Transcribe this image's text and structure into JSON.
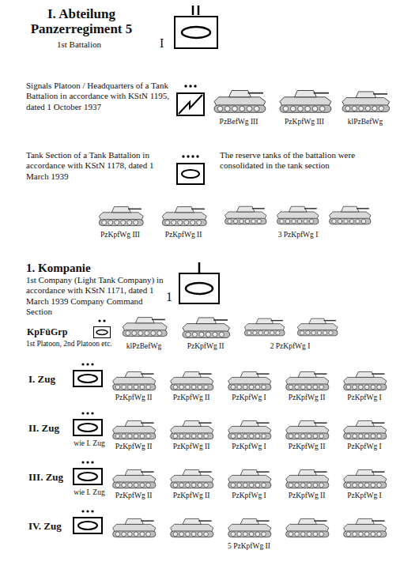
{
  "diagram": {
    "title": "I. Abteilung Panzerregiment 5",
    "nodes": [
      {
        "text": [
          "I"
        ]
      },
      {
        "text": [
          "1"
        ]
      },
      {
        "text": [
          "KpFüGrp"
        ]
      },
      {
        "text": [
          "I. Zug"
        ]
      },
      {
        "text": [
          "II. Zug",
          "wie I. Zug"
        ]
      },
      {
        "text": [
          "III. Zug",
          "wie I. Zug"
        ]
      },
      {
        "text": [
          "IV. Zug"
        ]
      }
    ],
    "labels": [
      "1st Battalion",
      "Signals Platoon / Headquarters of a Tank Battalion in accordance with KStN 1195, dated 1 October 1937",
      "PzBefWg III",
      "PzKpfWg III",
      "klPzBefWg",
      "Tank Section of a Tank Battalion in accordance with KStN 1178, dated 1 March 1939",
      "The reserve tanks of the battalion were consolidated in the tank section",
      "PzKpfWg III",
      "PzKpfWg II",
      "3 PzKpfWg I",
      "1. Kompanie",
      "1st Company (Light Tank Company) in accordance with KStN 1171, dated 1 March 1939 Company Command Section",
      "1st Platoon, 2nd Platoon etc.",
      "klPzBefWg",
      "PzKpfWg II",
      "2 PzKpfWg I",
      "PzKpfWg II",
      "PzKpfWg II",
      "PzKpfWg I",
      "PzKpfWg II",
      "PzKpfWg I",
      "PzKpfWg II",
      "PzKpfWg II",
      "PzKpfWg I",
      "PzKpfWg II",
      "PzKpfWg I",
      "PzKpfWg II",
      "PzKpfWg II",
      "PzKpfWg I",
      "PzKpfWg II",
      "PzKpfWg I",
      "5 PzKpfWg II"
    ]
  }
}
